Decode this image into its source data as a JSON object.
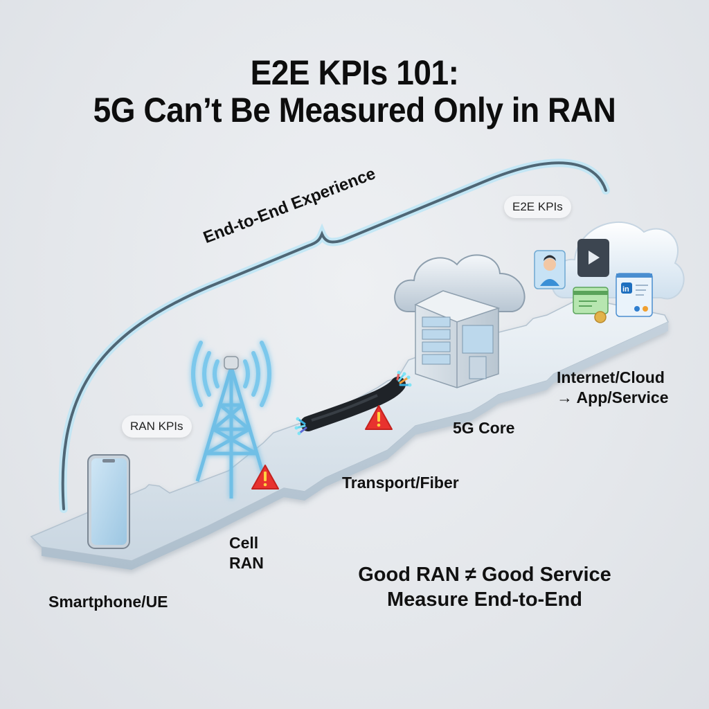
{
  "title": {
    "line1": "E2E KPIs 101:",
    "line2": "5G Can’t Be Measured Only in RAN"
  },
  "bracket": {
    "label": "End-to-End Experience",
    "color": "#4f6675",
    "glow": "#bfe6f5"
  },
  "badges": {
    "ran_kpis": "RAN KPIs",
    "e2e_kpis": "E2E KPIs"
  },
  "stages": [
    {
      "id": "ue",
      "label": "Smartphone/UE",
      "icon": "smartphone-icon",
      "warning": false
    },
    {
      "id": "ran",
      "label_line1": "Cell",
      "label_line2": "RAN",
      "icon": "cell-tower-icon",
      "warning": true
    },
    {
      "id": "transport",
      "label": "Transport/Fiber",
      "icon": "fiber-cable-icon",
      "warning": true
    },
    {
      "id": "core",
      "label": "5G Core",
      "icon": "datacenter-cloud-icon",
      "warning": false
    },
    {
      "id": "cloud",
      "label_line1": "Internet/Cloud",
      "label_line2": "→ App/Service",
      "icon": "cloud-apps-icon",
      "warning": false
    }
  ],
  "cloud_apps": [
    "user-profile-icon",
    "video-play-icon",
    "payment-card-icon",
    "social-app-icon"
  ],
  "message": {
    "line1": "Good RAN ≠ Good Service",
    "line2": "Measure End-to-End"
  },
  "colors": {
    "background": "#e6e8ec",
    "platform": "#d9e2ea",
    "tower": "#7cc8ec",
    "warning": "#e8322e",
    "text": "#111111"
  }
}
